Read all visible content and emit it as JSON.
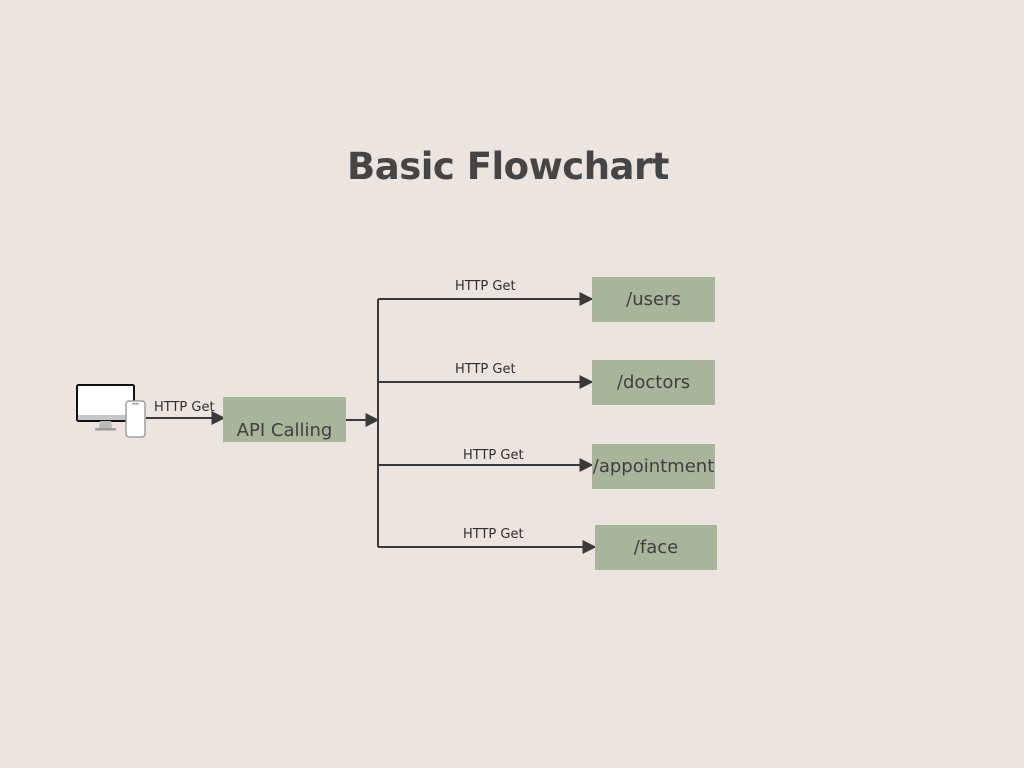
{
  "title": "Basic Flowchart",
  "client": {
    "icon": "desktop-and-phone-icon",
    "edge_label": "HTTP Get"
  },
  "hub": {
    "label": "API Calling"
  },
  "endpoints": [
    {
      "label": "/users",
      "edge_label": "HTTP Get"
    },
    {
      "label": "/doctors",
      "edge_label": "HTTP Get"
    },
    {
      "label": "/appointment",
      "edge_label": "HTTP Get"
    },
    {
      "label": "/face",
      "edge_label": "HTTP Get"
    }
  ],
  "colors": {
    "background": "#ece4df",
    "node_fill": "#a9b59a",
    "line": "#3a3a3a",
    "text": "#3f3f3f"
  }
}
